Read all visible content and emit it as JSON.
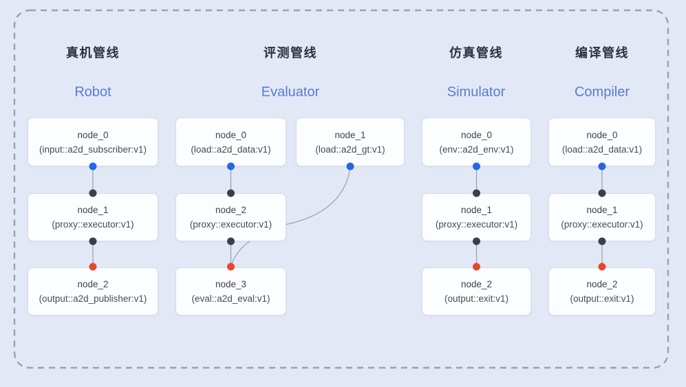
{
  "diagram_title": "pipeline-comparison-diagram",
  "colors": {
    "background": "#e3e8f7",
    "frame_border": "#9aa0ac",
    "box_bg": "#fcfdff",
    "box_border": "#d9dde6",
    "title_dark": "#2c323c",
    "subtitle_blue": "#5a7ccd",
    "node_text": "#3d424b",
    "link_gray": "#9aa4b2",
    "port_blue": "#2268e3",
    "port_gray": "#3b4046",
    "port_red": "#e8472f"
  },
  "pipelines": [
    {
      "key": "robot",
      "title_zh": "真机管线",
      "title_en": "Robot",
      "nodes": [
        {
          "name": "node_0",
          "type": "(input::a2d_subscriber:v1)"
        },
        {
          "name": "node_1",
          "type": "(proxy::executor:v1)"
        },
        {
          "name": "node_2",
          "type": "(output::a2d_publisher:v1)"
        }
      ]
    },
    {
      "key": "evaluator",
      "title_zh": "评测管线",
      "title_en": "Evaluator",
      "nodes": [
        {
          "name": "node_0",
          "type": "(load::a2d_data:v1)"
        },
        {
          "name": "node_1",
          "type": "(load::a2d_gt:v1)"
        },
        {
          "name": "node_2",
          "type": "(proxy::executor:v1)"
        },
        {
          "name": "node_3",
          "type": "(eval::a2d_eval:v1)"
        }
      ]
    },
    {
      "key": "simulator",
      "title_zh": "仿真管线",
      "title_en": "Simulator",
      "nodes": [
        {
          "name": "node_0",
          "type": "(env::a2d_env:v1)"
        },
        {
          "name": "node_1",
          "type": "(proxy::executor:v1)"
        },
        {
          "name": "node_2",
          "type": "(output::exit:v1)"
        }
      ]
    },
    {
      "key": "compiler",
      "title_zh": "编译管线",
      "title_en": "Compiler",
      "nodes": [
        {
          "name": "node_0",
          "type": "(load::a2d_data:v1)"
        },
        {
          "name": "node_1",
          "type": "(proxy::executor:v1)"
        },
        {
          "name": "node_2",
          "type": "(output::exit:v1)"
        }
      ]
    }
  ]
}
